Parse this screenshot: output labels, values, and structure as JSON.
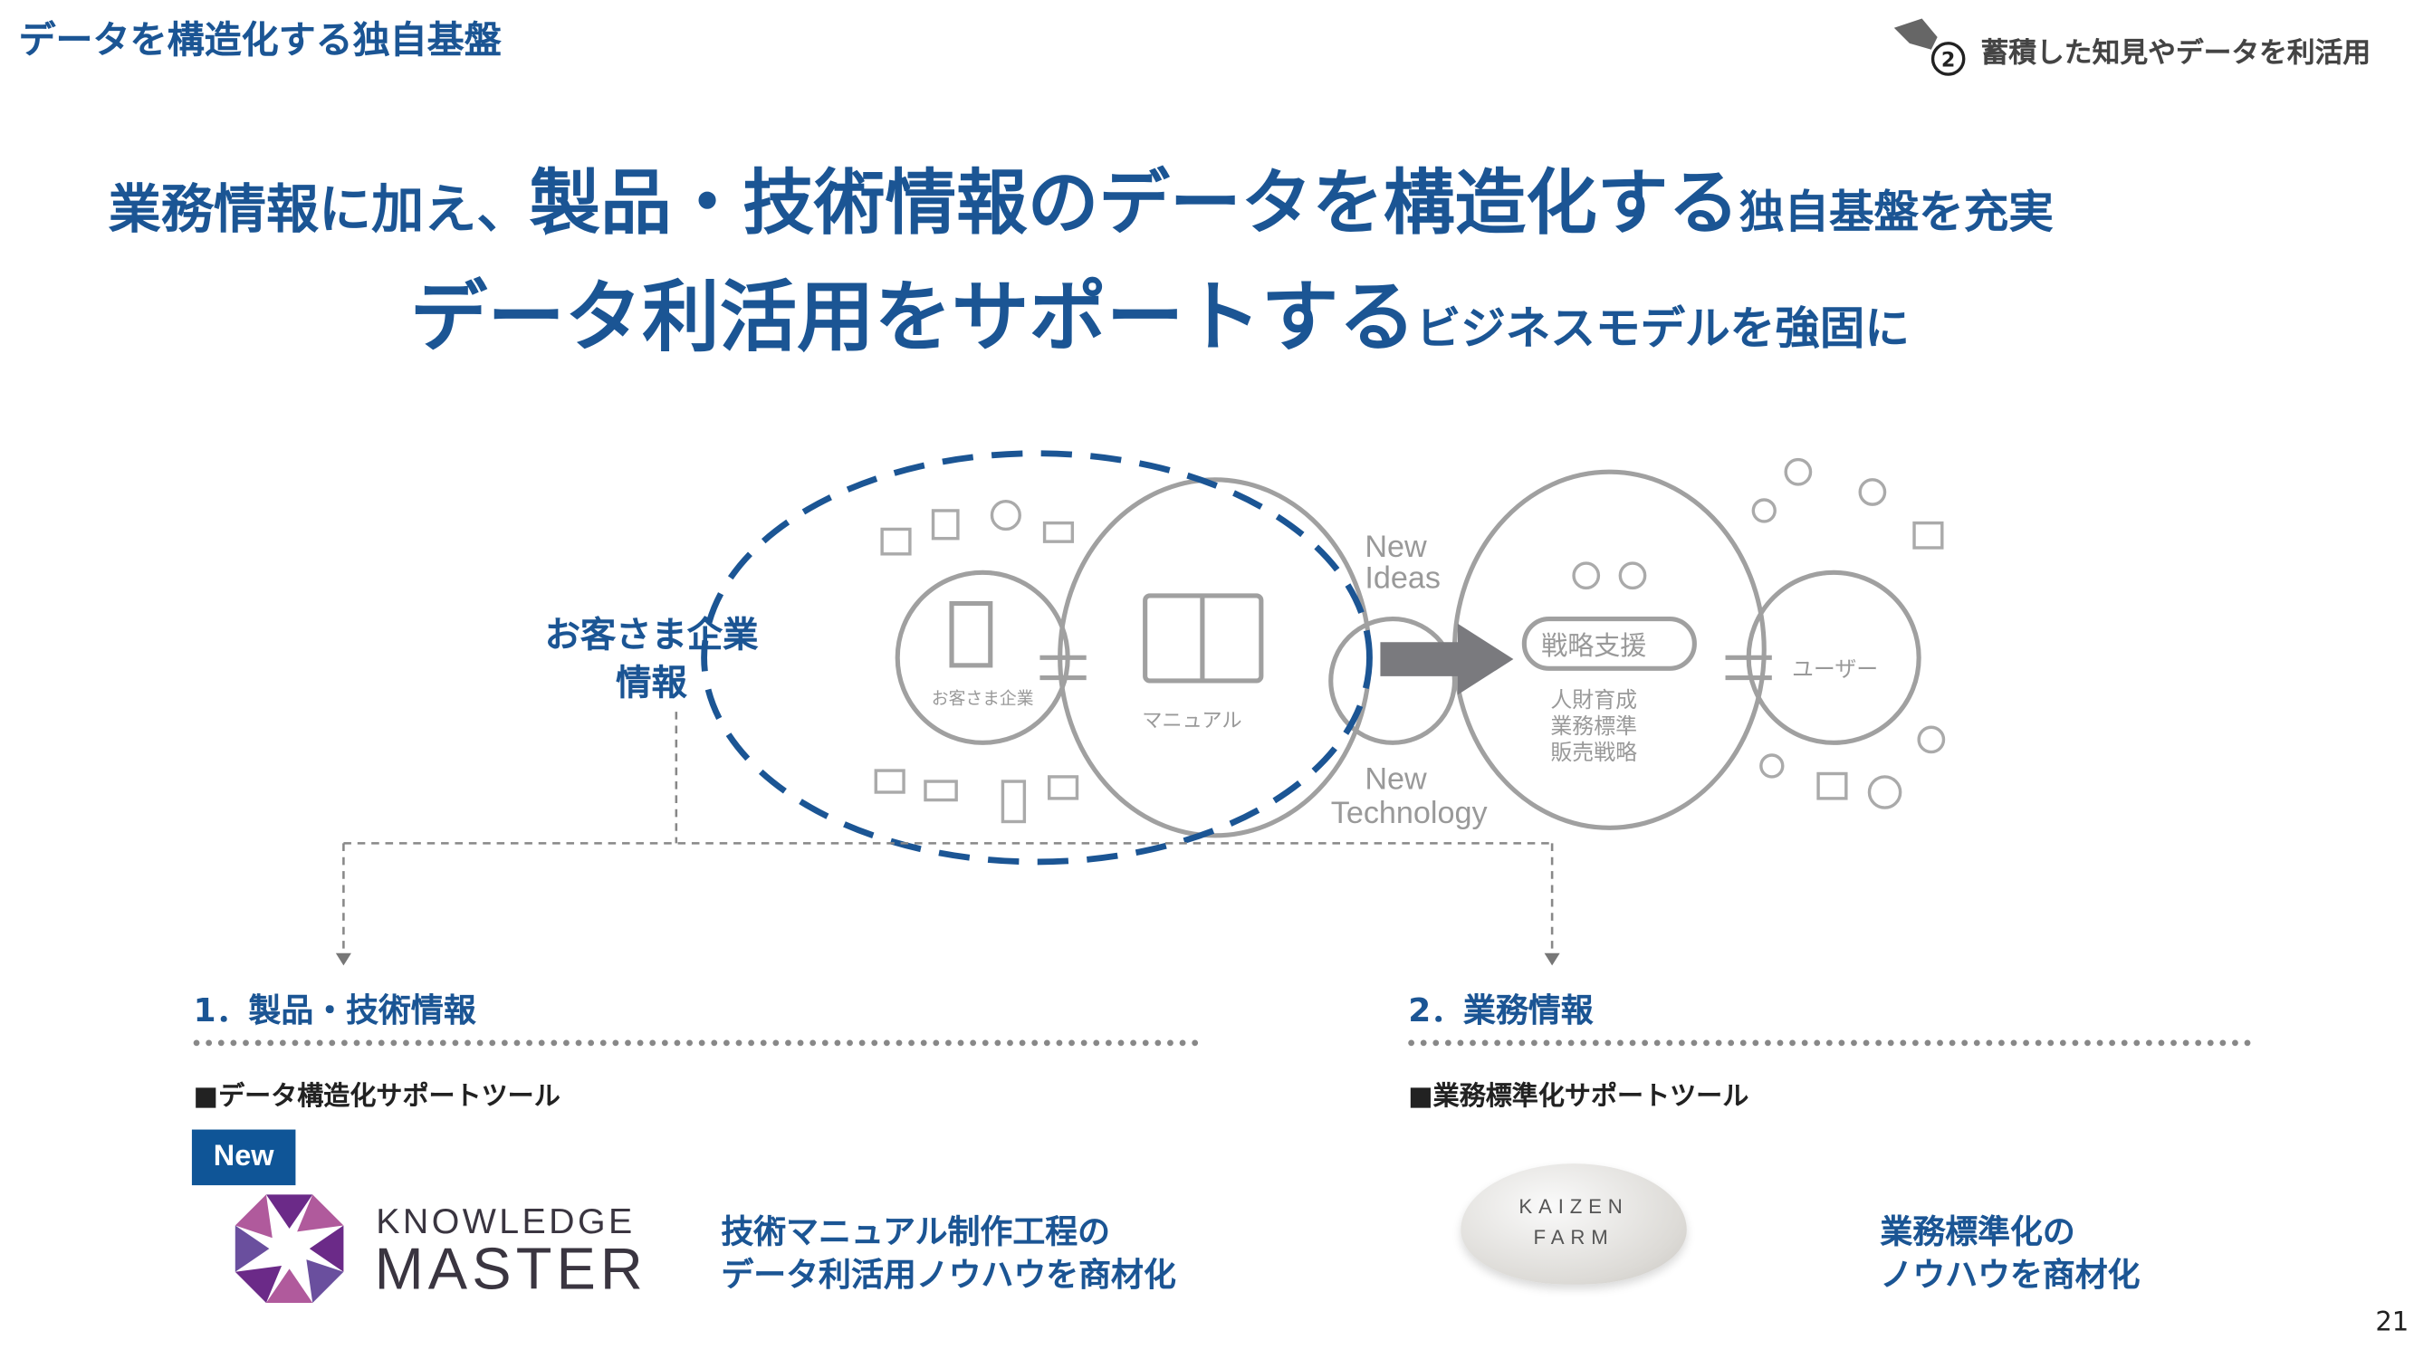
{
  "header": {
    "section_title": "データを構造化する独自基盤",
    "badge_number": "2",
    "badge_text": "蓄積した知見やデータを利活用"
  },
  "headline": {
    "line1": [
      "業務情報に加え、",
      "製品・技術情報のデータを構造化する",
      "独自基盤を充実"
    ],
    "line2": [
      "データ利活用をサポートする",
      "ビジネスモデルを強固に"
    ]
  },
  "diagram": {
    "customer_label_1": "お客さま企業",
    "customer_label_2": "情報",
    "sketch": {
      "company": "お客さま企業",
      "manual": "マニュアル",
      "new_ideas_1": "New",
      "new_ideas_2": "Ideas",
      "new_tech_1": "New",
      "new_tech_2": "Technology",
      "strategy": "戦略支援",
      "items": [
        "人財育成",
        "業務標準",
        "販売戦略"
      ],
      "user": "ユーザー"
    }
  },
  "left": {
    "heading": "1．製品・技術情報",
    "tool": "■データ構造化サポートツール",
    "new_badge": "New",
    "logo_line1": "KNOWLEDGE",
    "logo_line2": "MASTER",
    "desc1": "技術マニュアル制作工程の",
    "desc2": "データ利活用ノウハウを商材化"
  },
  "right": {
    "heading": "2．業務情報",
    "tool": "■業務標準化サポートツール",
    "logo_line1": "KAIZEN",
    "logo_line2": "FARM",
    "desc1": "業務標準化の",
    "desc2": "ノウハウを商材化"
  },
  "page_number": "21",
  "colors": {
    "brand_blue": "#1b5594",
    "badge_blue": "#0f5597",
    "sketch_gray": "#999999"
  }
}
